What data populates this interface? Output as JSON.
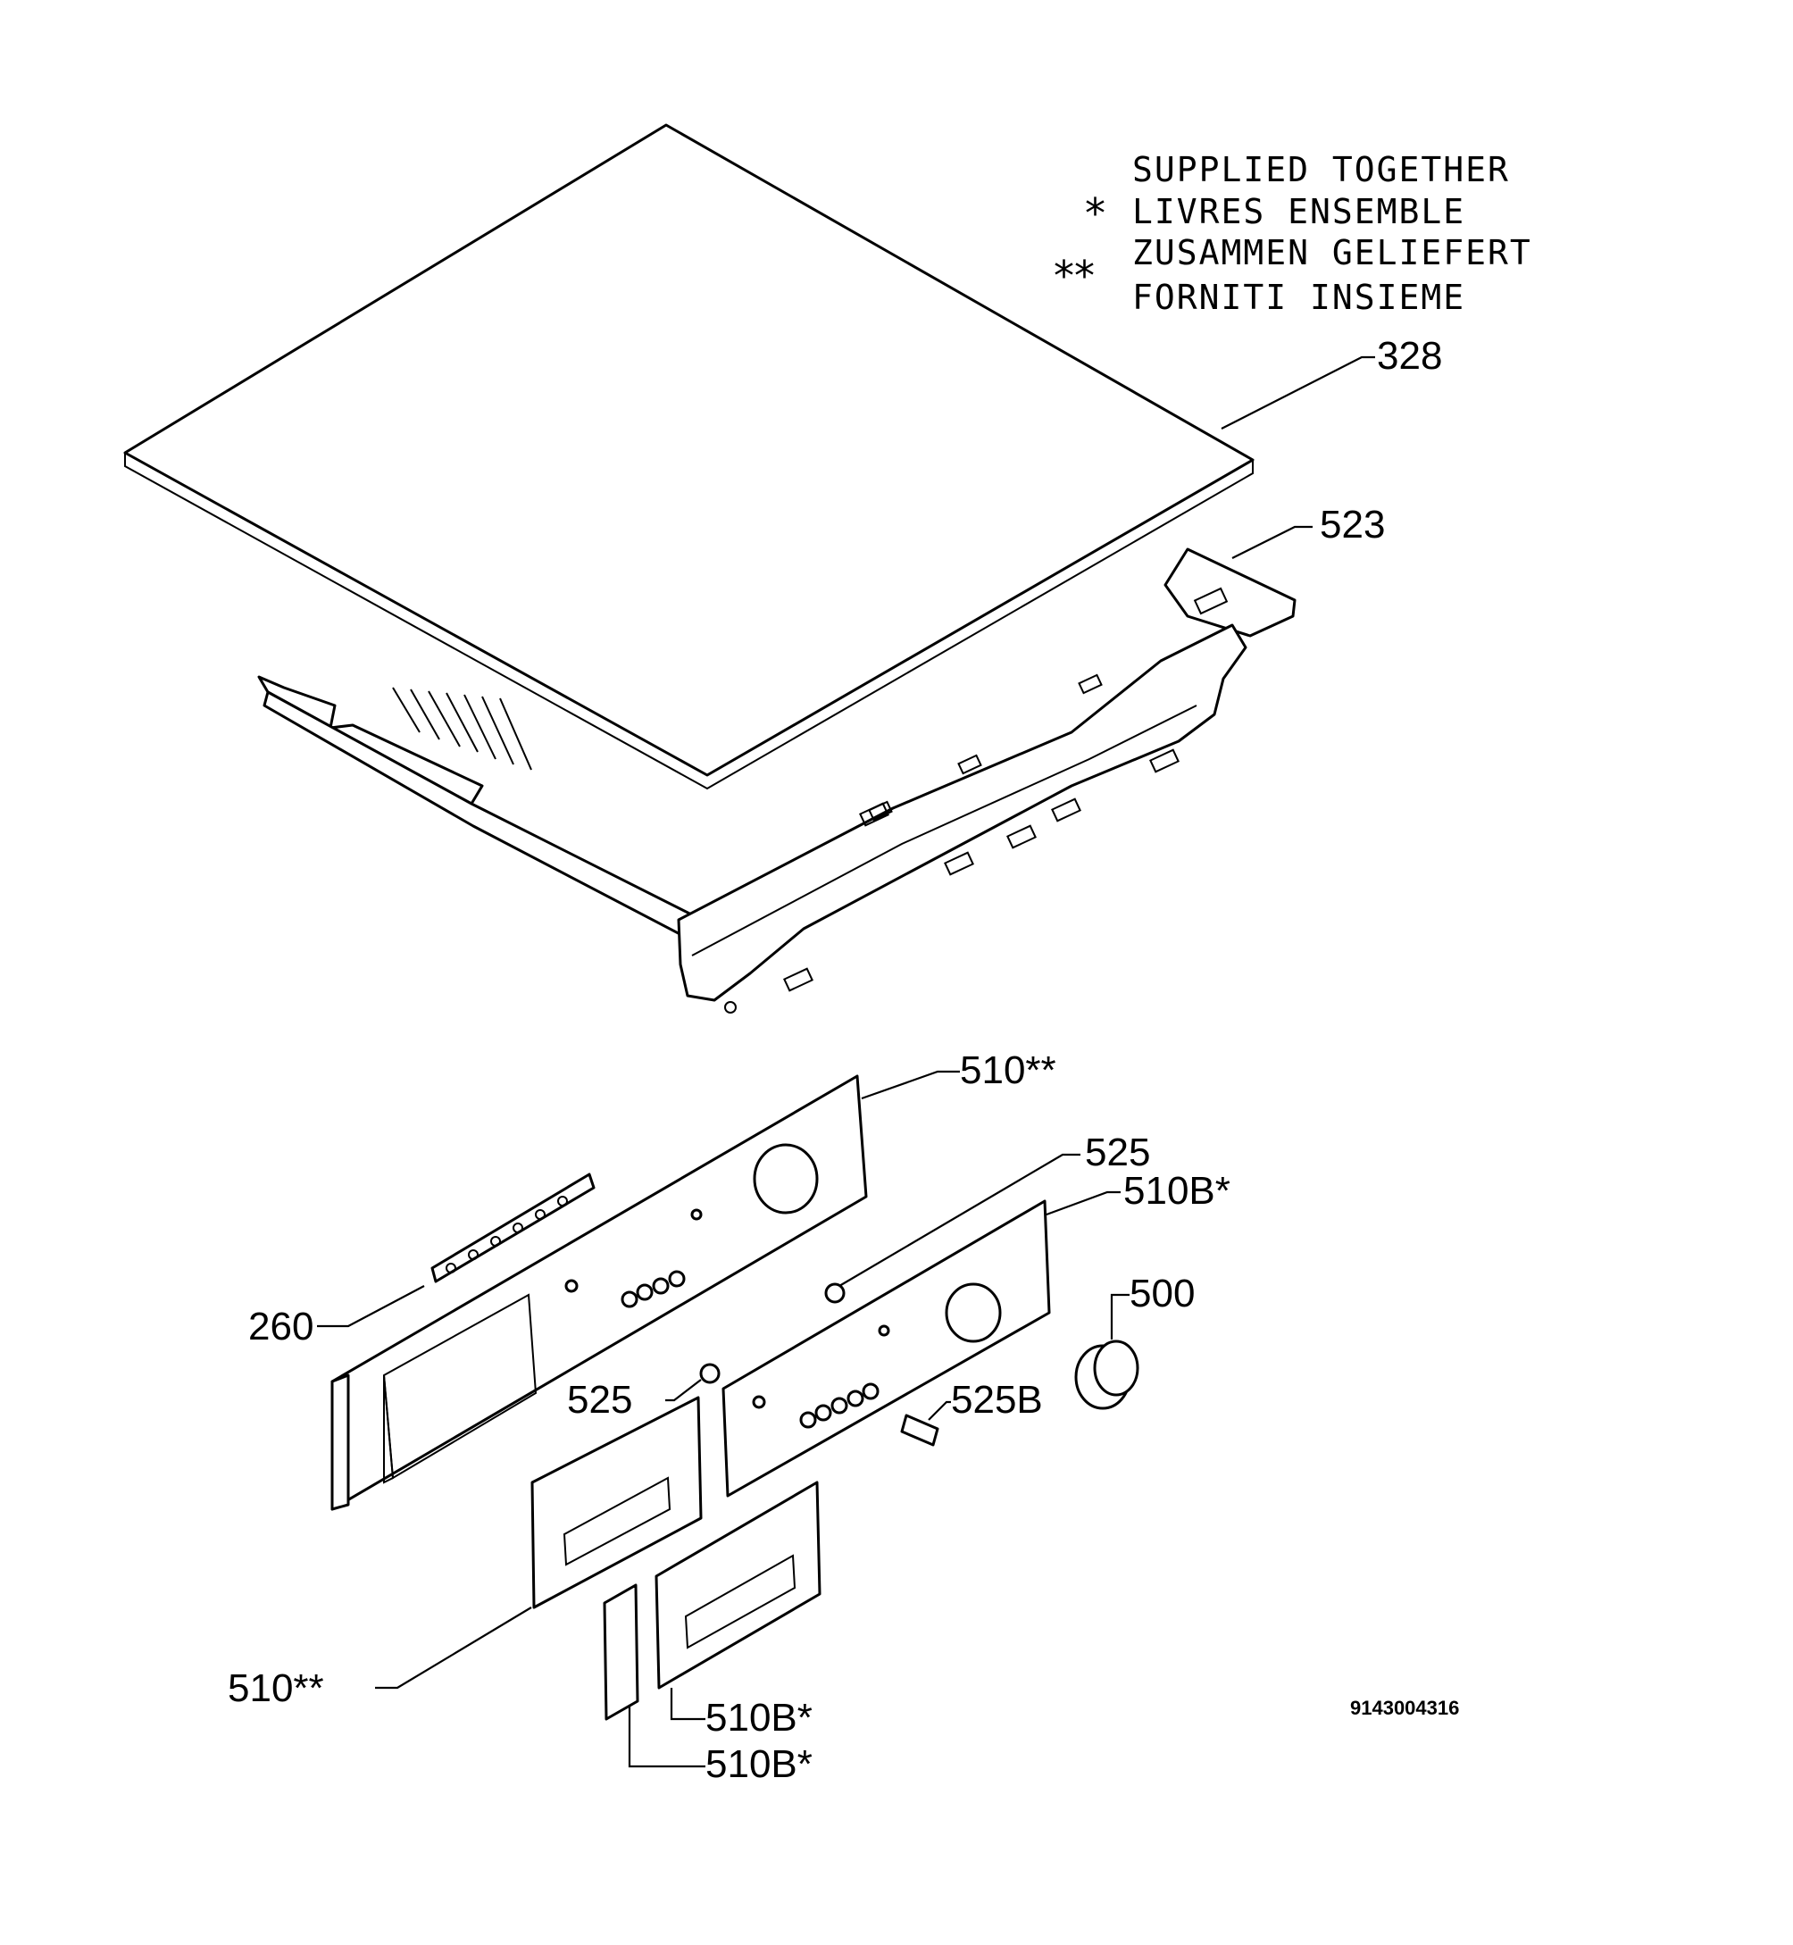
{
  "legend": {
    "line1": "SUPPLIED TOGETHER",
    "line2": "LIVRES ENSEMBLE",
    "line3": "ZUSAMMEN GELIEFERT",
    "line4": "FORNITI INSIEME",
    "single_star": "*",
    "double_star": "**"
  },
  "labels": {
    "p328": "328",
    "p523": "523",
    "p510_top": "510**",
    "p525_top": "525",
    "p510b_right": "510B*",
    "p500": "500",
    "p260": "260",
    "p525_mid": "525",
    "p525b": "525B",
    "p510_bottom": "510**",
    "p510b_lower1": "510B*",
    "p510b_lower2": "510B*"
  },
  "document_number": "9143004316"
}
